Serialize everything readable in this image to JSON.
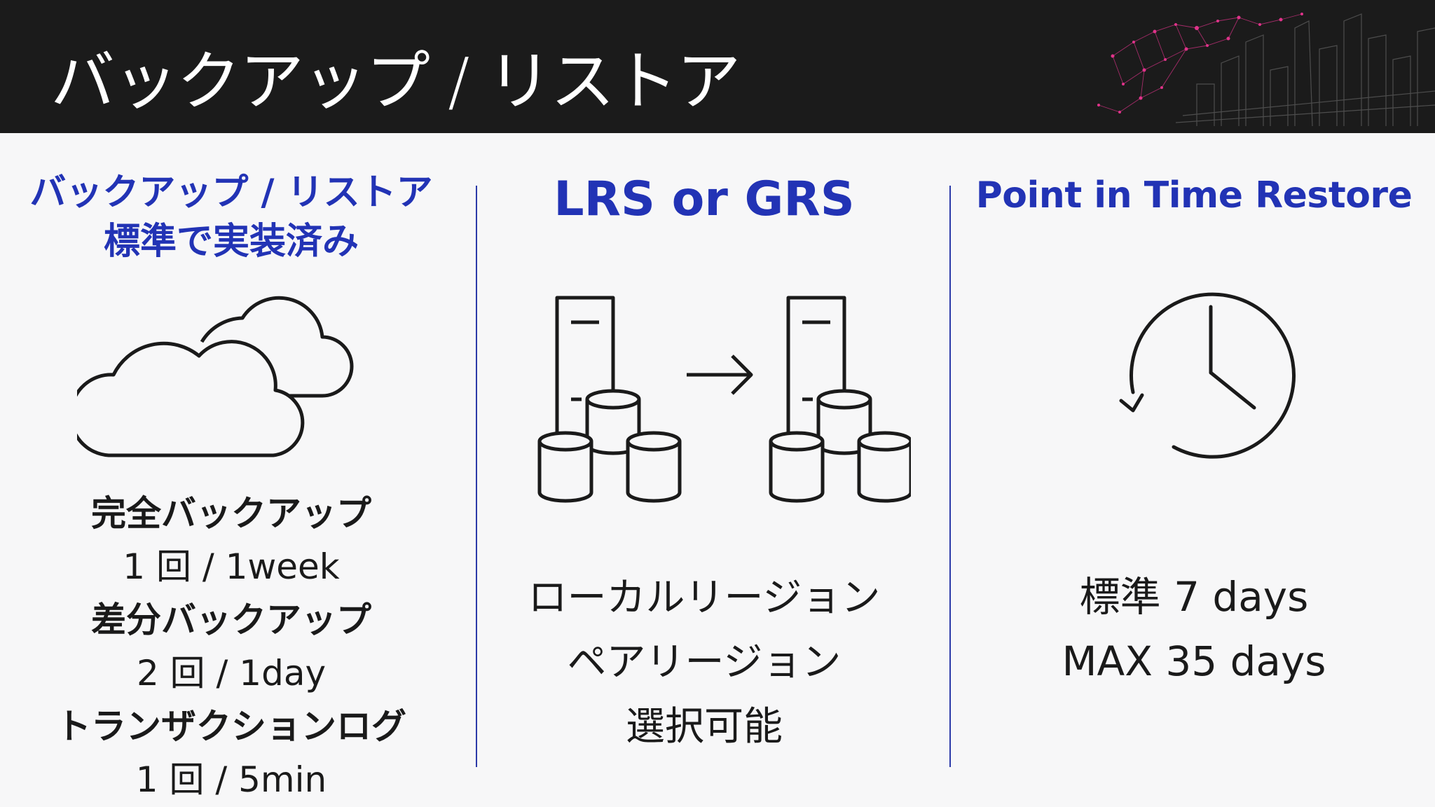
{
  "header": {
    "title": "バックアップ / リストア"
  },
  "columns": [
    {
      "heading_lines": [
        "バックアップ / リストア",
        "標準で実装済み"
      ],
      "icon": "cloud-icon",
      "items": [
        {
          "label": "完全バックアップ",
          "value": "1 回 / 1week"
        },
        {
          "label": "差分バックアップ",
          "value": "2 回 / 1day"
        },
        {
          "label": "トランザクションログ",
          "value": "1 回 / 5min"
        }
      ]
    },
    {
      "heading": "LRS or GRS",
      "icon": "server-replication-icon",
      "lines": [
        "ローカルリージョン",
        "ペアリージョン",
        "選択可能"
      ]
    },
    {
      "heading": "Point in Time Restore",
      "icon": "clock-restore-icon",
      "lines": [
        "標準 7 days",
        "MAX 35 days"
      ]
    }
  ],
  "colors": {
    "header_bg": "#1b1b1b",
    "accent": "#2233b5",
    "text": "#1a1a1a",
    "background": "#f7f7f8"
  }
}
